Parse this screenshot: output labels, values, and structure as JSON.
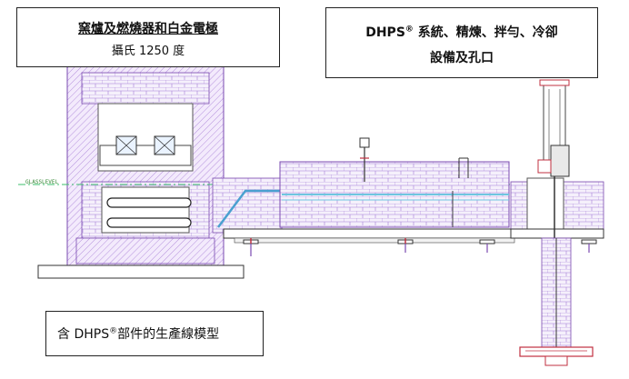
{
  "label_furnace": {
    "title": "窯爐及燃燒器和白金電極",
    "subtitle": "攝氏 1250 度"
  },
  "label_dhps": {
    "brand": "DHPS",
    "registered": "®",
    "line1_rest": " 系統、精煉、拌勻、冷卻",
    "line2": "設備及孔口"
  },
  "label_model": {
    "prefix": "含 DHPS",
    "registered": "®",
    "suffix": "部件的生產線模型"
  },
  "glass_level_text": "GLASSLEVEL",
  "colors": {
    "brick_outline": "#9a6ad0",
    "brick_fill": "#f3eefa",
    "steel": "#4a4a4a",
    "glass_line": "#3bbf6b",
    "accent_red": "#c03040",
    "hatch": "#8a5ac8"
  }
}
